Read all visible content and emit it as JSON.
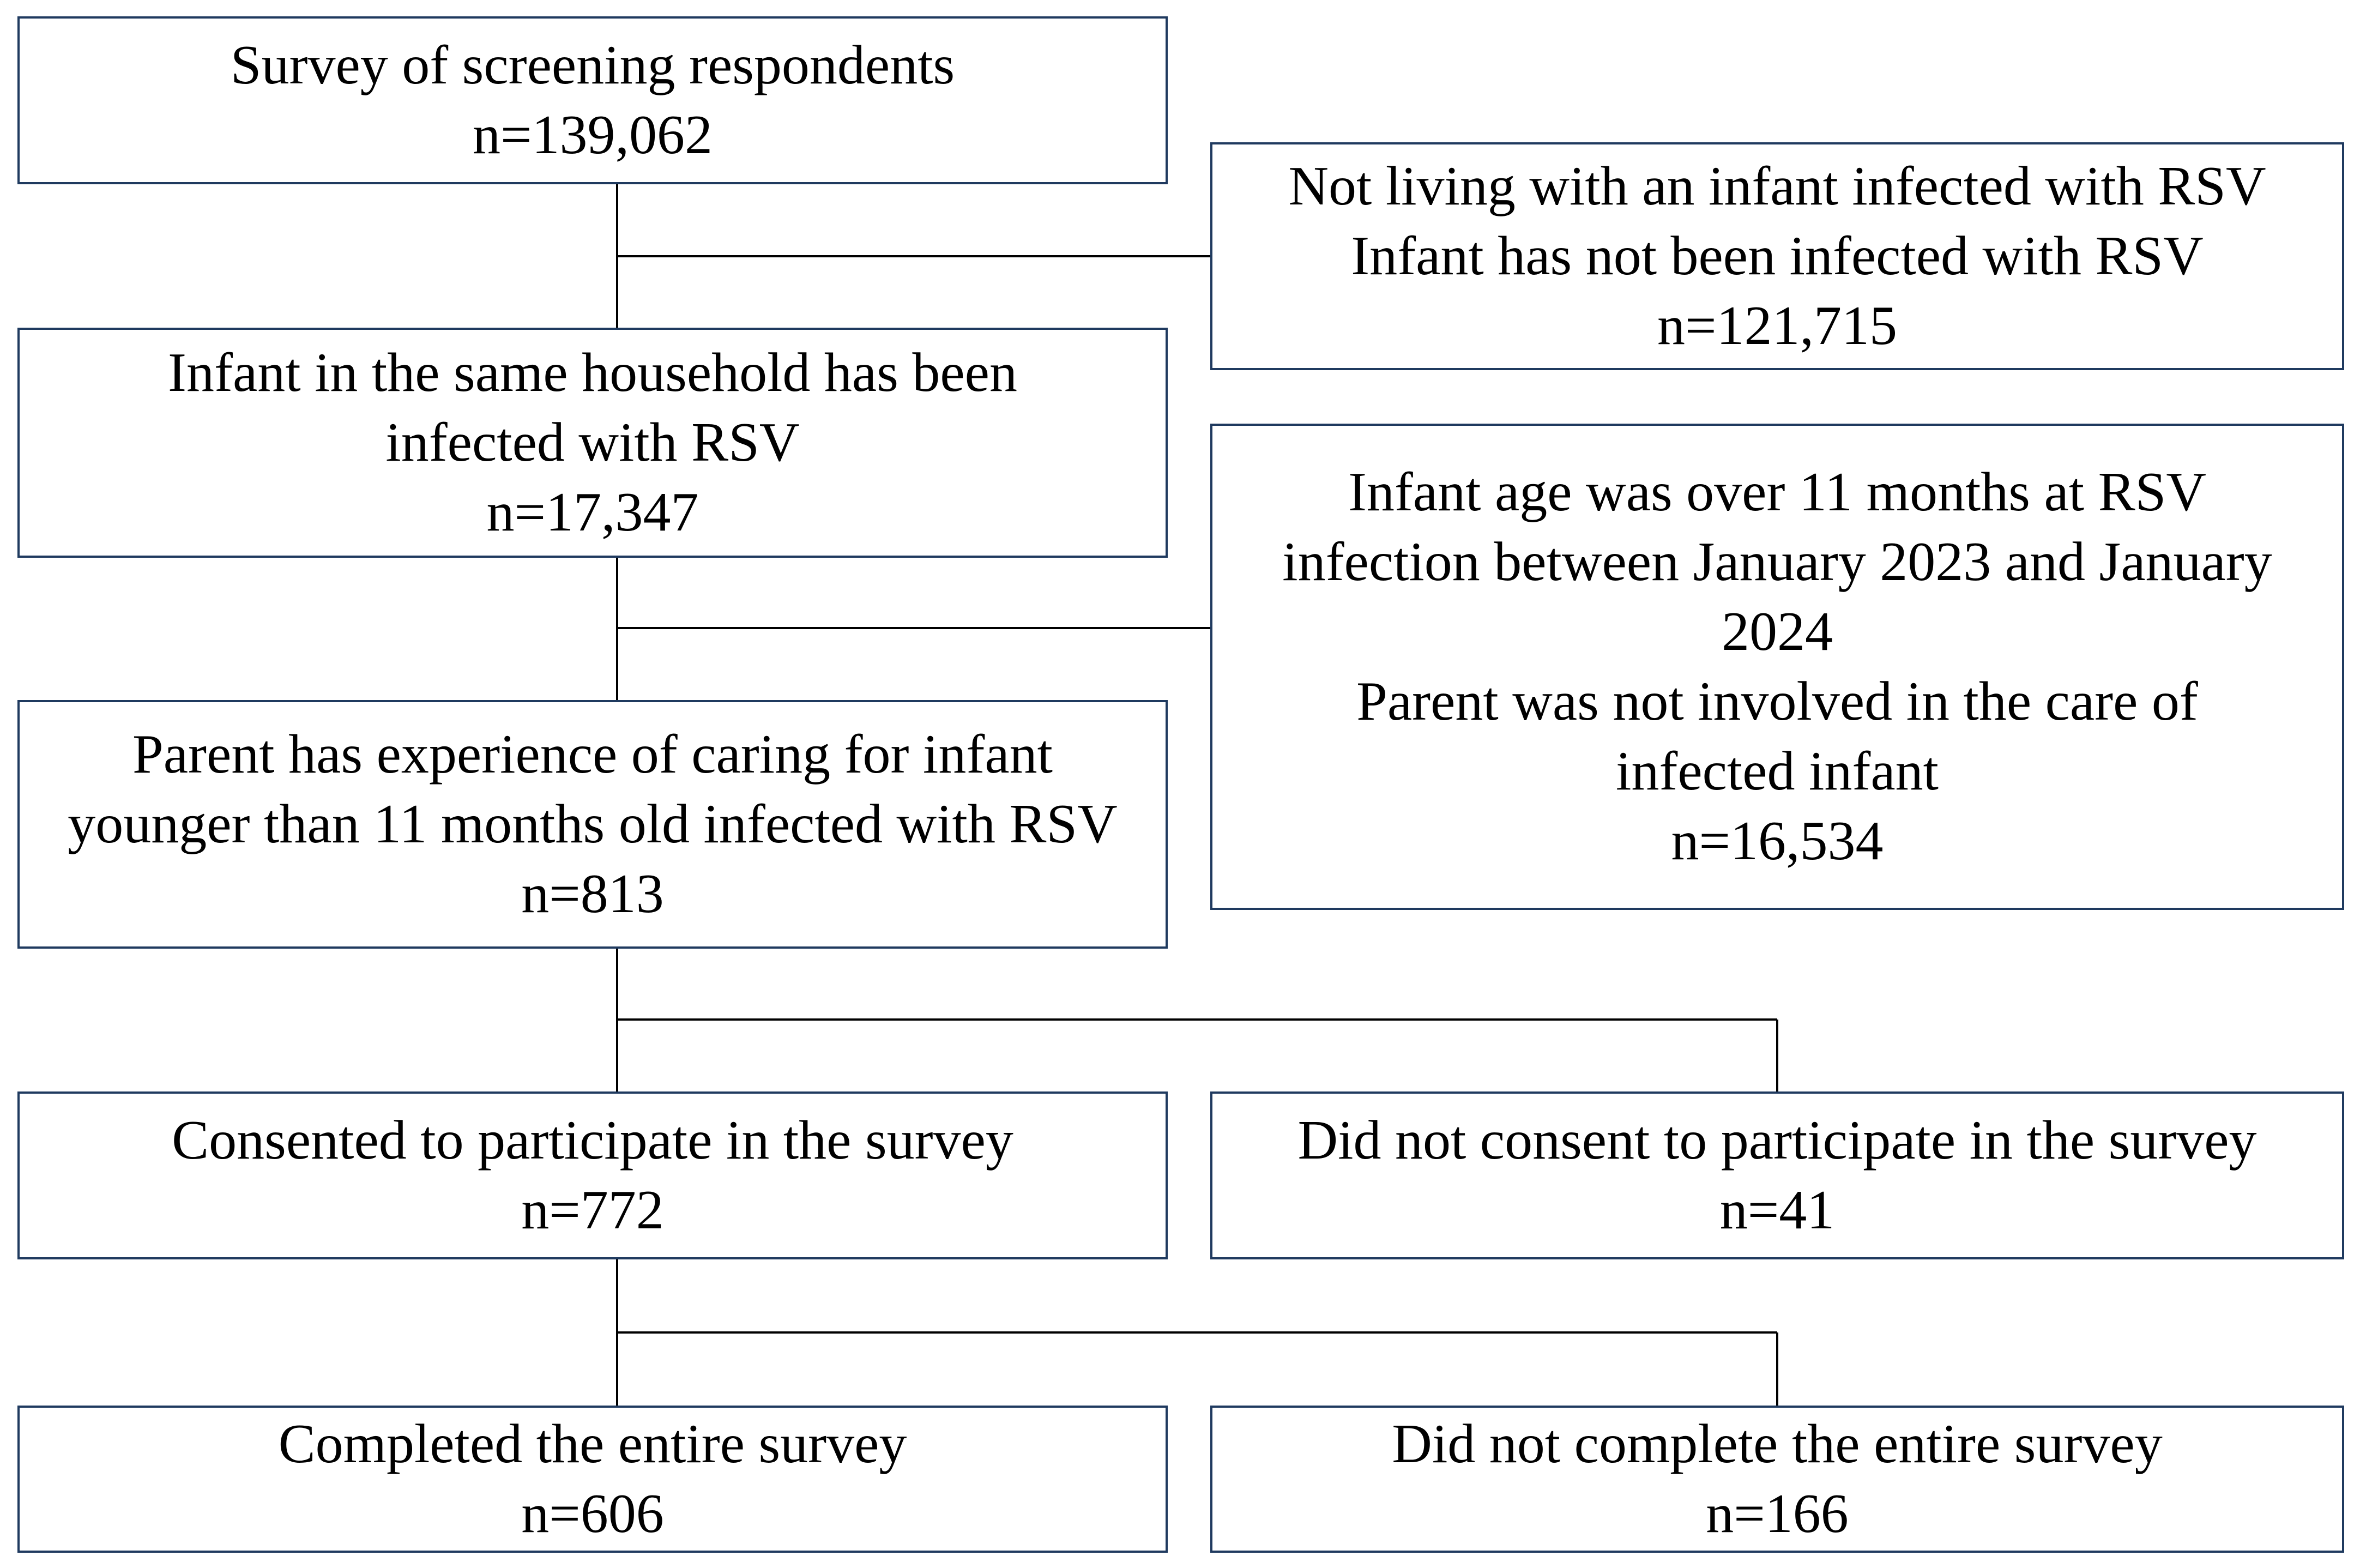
{
  "diagram": {
    "type": "flowchart",
    "colors": {
      "box_border": "#1f3a5f",
      "connector": "#000000",
      "text": "#000000"
    },
    "nodes": {
      "screening": {
        "lines": [
          "Survey of screening respondents",
          "n=139,062"
        ]
      },
      "excluded_no_rsv": {
        "lines": [
          "Not living with an infant infected with RSV",
          "Infant has not been infected with RSV",
          "n=121,715"
        ]
      },
      "infant_infected": {
        "lines": [
          "Infant in the same household has been",
          "infected with RSV",
          "n=17,347"
        ]
      },
      "excluded_age_care": {
        "lines": [
          "Infant age was over 11 months at RSV",
          "infection between January 2023 and January",
          "2024",
          "Parent was not involved in the care of",
          "infected infant",
          "n=16,534"
        ]
      },
      "parent_experience": {
        "lines": [
          "Parent has experience of caring for infant",
          "younger than 11 months old infected with RSV",
          "n=813"
        ]
      },
      "consented": {
        "lines": [
          "Consented to participate in the survey",
          "n=772"
        ]
      },
      "not_consented": {
        "lines": [
          "Did not consent to participate in the survey",
          "n=41"
        ]
      },
      "completed": {
        "lines": [
          "Completed the entire survey",
          "n=606"
        ]
      },
      "not_completed": {
        "lines": [
          "Did not complete the entire survey",
          "n=166"
        ]
      }
    },
    "edges": [
      {
        "from": "screening",
        "to": "infant_infected"
      },
      {
        "from": "screening",
        "to": "excluded_no_rsv"
      },
      {
        "from": "infant_infected",
        "to": "parent_experience"
      },
      {
        "from": "infant_infected",
        "to": "excluded_age_care"
      },
      {
        "from": "parent_experience",
        "to": "consented"
      },
      {
        "from": "parent_experience",
        "to": "not_consented"
      },
      {
        "from": "consented",
        "to": "completed"
      },
      {
        "from": "consented",
        "to": "not_completed"
      }
    ]
  }
}
